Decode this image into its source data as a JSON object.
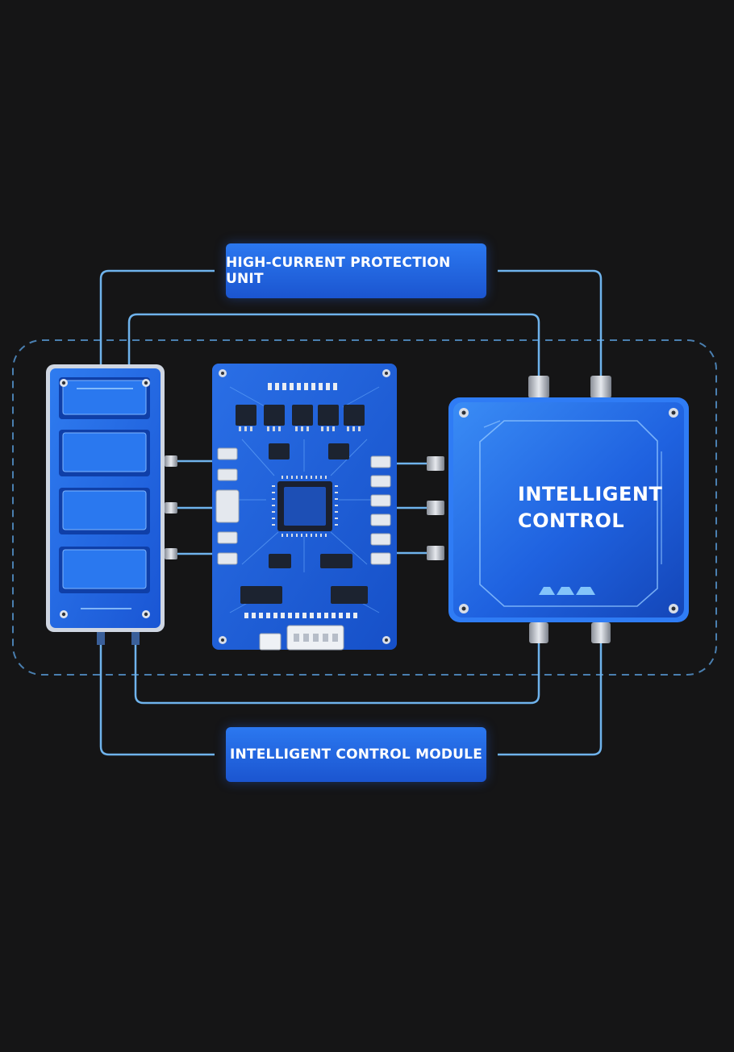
{
  "labels": {
    "top": "HIGH-CURRENT PROTECTION UNIT",
    "bottom": "INTELLIGENT CONTROL MODULE",
    "control_line1": "INTELLIGENT",
    "control_line2": "CONTROL"
  },
  "colors": {
    "background": "#151516",
    "accent_blue": "#1f62e0",
    "wire": "#6fb3ec",
    "dashed_border": "#4a7fb0"
  }
}
